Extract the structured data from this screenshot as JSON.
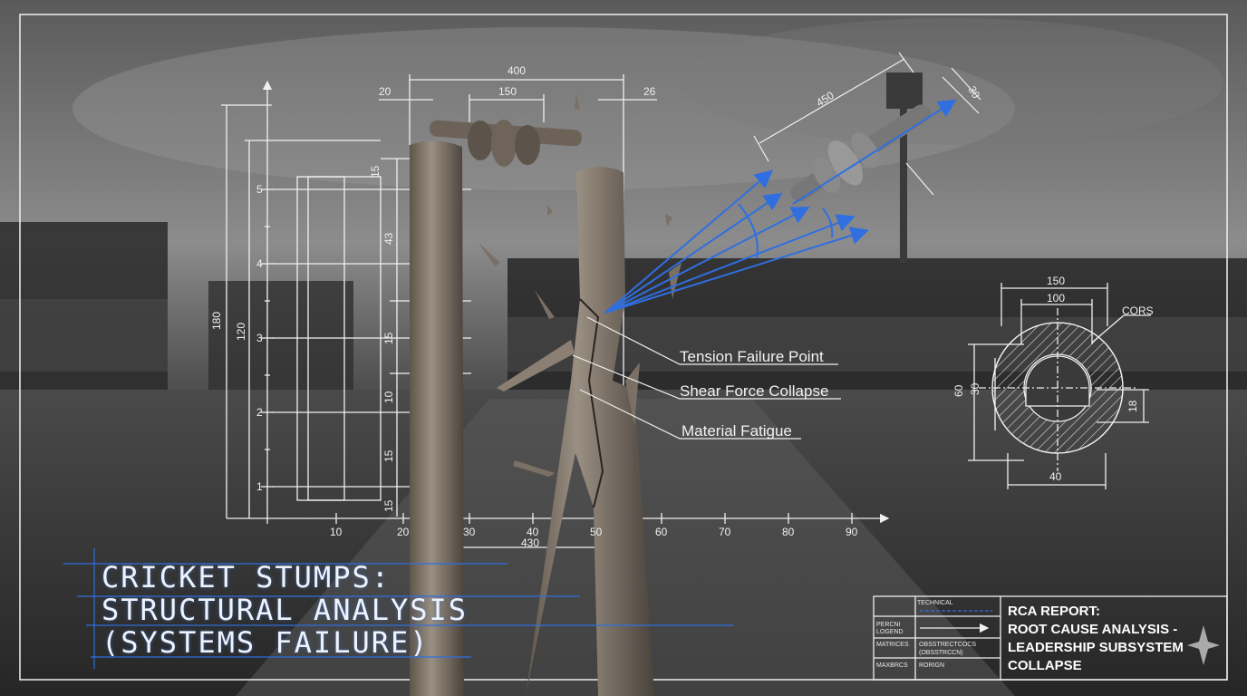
{
  "annotations": {
    "tension": "Tension Failure Point",
    "shear": "Shear Force Collapse",
    "fatigue": "Material Fatigue"
  },
  "title": {
    "line1": "CRICKET STUMPS:",
    "line2": "STRUCTURAL ANALYSIS",
    "line3": "(SYSTEMS FAILURE)"
  },
  "dimensions": {
    "top_total": "400",
    "top_left": "20",
    "top_mid": "150",
    "top_right": "26",
    "left_outer": "180",
    "left_inner": "120",
    "bottom_span": "430",
    "bail_len": "450",
    "bail_dia": "30",
    "v15a": "15",
    "v43": "43",
    "v15b": "15",
    "v10": "10",
    "v15c": "15",
    "v15d": "15",
    "sec_150": "150",
    "sec_100": "100",
    "sec_60": "60",
    "sec_30": "30",
    "sec_18": "18",
    "sec_40": "40",
    "sec_label": "CORS"
  },
  "axes": {
    "y_ticks": [
      "1",
      "2",
      "3",
      "4",
      "5"
    ],
    "x_ticks": [
      "10",
      "20",
      "30",
      "40",
      "50",
      "60",
      "70",
      "80",
      "90"
    ]
  },
  "title_block": {
    "technical": "TECHNICAL",
    "legend1": "PERCNI",
    "legend2": "LOGEND",
    "materials": "MATRICES",
    "specs": "OBSSTRECTCOCS",
    "spec2": "(OBSSTRCCN)",
    "version": "MAXBRCS",
    "revision": "RORIGN",
    "report_line1": "RCA REPORT:",
    "report_line2": "ROOT CAUSE ANALYSIS -",
    "report_line3": "LEADERSHIP SUBSYSTEM",
    "report_line4": "COLLAPSE"
  },
  "colors": {
    "accent": "#2f6fe0",
    "line": "#f0f0f0"
  }
}
